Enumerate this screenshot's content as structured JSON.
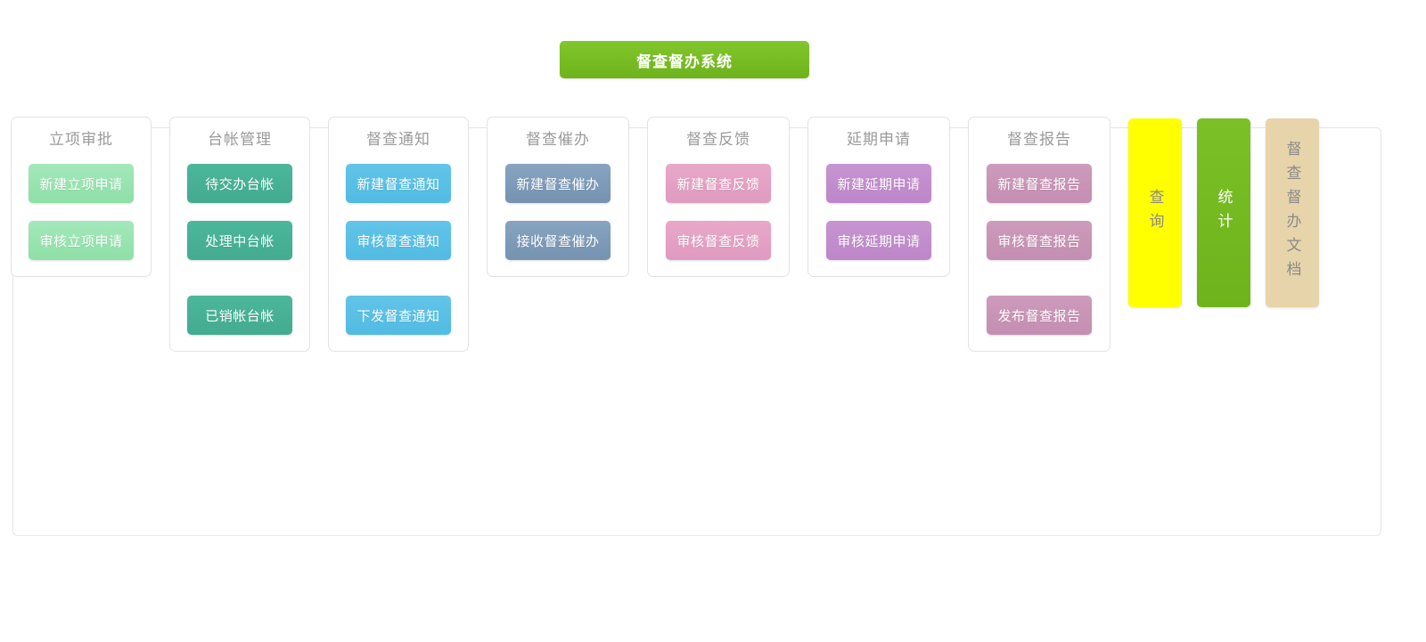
{
  "system": {
    "title": "督查督办系统"
  },
  "modules": [
    {
      "name": "approval",
      "title": "立项审批",
      "color_class": "c-mint",
      "accent": "#8edfa7",
      "buttons": [
        {
          "label": "新建立项申请",
          "name": "new-approval-request"
        },
        {
          "label": "审核立项申请",
          "name": "review-approval-request"
        }
      ]
    },
    {
      "name": "ledger",
      "title": "台帐管理",
      "color_class": "c-teal",
      "accent": "#43ab90",
      "buttons": [
        {
          "label": "待交办台帐",
          "name": "pending-assignment-ledger"
        },
        {
          "label": "处理中台帐",
          "name": "in-progress-ledger"
        },
        {
          "label": "已销帐台帐",
          "name": "closed-ledger"
        }
      ]
    },
    {
      "name": "notice",
      "title": "督查通知",
      "color_class": "c-sky",
      "accent": "#52bbe2",
      "buttons": [
        {
          "label": "新建督查通知",
          "name": "new-supervision-notice"
        },
        {
          "label": "审核督查通知",
          "name": "review-supervision-notice"
        },
        {
          "label": "下发督查通知",
          "name": "issue-supervision-notice"
        }
      ]
    },
    {
      "name": "expedite",
      "title": "督查催办",
      "color_class": "c-slate",
      "accent": "#7593b1",
      "buttons": [
        {
          "label": "新建督查催办",
          "name": "new-supervision-expedite"
        },
        {
          "label": "接收督查催办",
          "name": "receive-supervision-expedite"
        }
      ]
    },
    {
      "name": "feedback",
      "title": "督查反馈",
      "color_class": "c-pink",
      "accent": "#e09ac0",
      "buttons": [
        {
          "label": "新建督查反馈",
          "name": "new-supervision-feedback"
        },
        {
          "label": "审核督查反馈",
          "name": "review-supervision-feedback"
        }
      ]
    },
    {
      "name": "extension",
      "title": "延期申请",
      "color_class": "c-purple",
      "accent": "#bd86c9",
      "buttons": [
        {
          "label": "新建延期申请",
          "name": "new-extension-request"
        },
        {
          "label": "审核延期申请",
          "name": "review-extension-request"
        }
      ]
    },
    {
      "name": "report",
      "title": "督查报告",
      "color_class": "c-mauve",
      "accent": "#c48eb2",
      "buttons": [
        {
          "label": "新建督查报告",
          "name": "new-supervision-report"
        },
        {
          "label": "审核督查报告",
          "name": "review-supervision-report"
        },
        {
          "label": "发布督查报告",
          "name": "publish-supervision-report"
        }
      ]
    }
  ],
  "side_tabs": [
    {
      "label": "查询",
      "name": "query",
      "color": "#ffff00",
      "text_color": "#8a8a8a"
    },
    {
      "label": "统计",
      "name": "statistics",
      "color": "#76bc21",
      "text_color": "#ffffff"
    },
    {
      "label": "督查督办文档",
      "name": "supervision-documents",
      "color": "#e8d4aa",
      "text_color": "#8a8a8a"
    }
  ]
}
